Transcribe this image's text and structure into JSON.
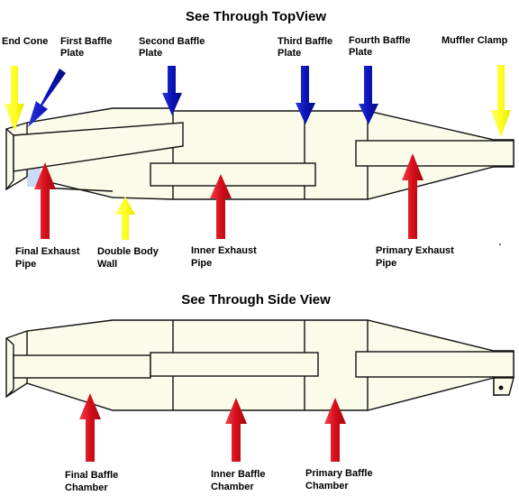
{
  "top_view": {
    "title": "See Through TopView",
    "labels": {
      "end_cone": "End Cone",
      "first_baffle_1": "First Baffle",
      "first_baffle_2": "Plate",
      "second_baffle_1": "Second Baffle",
      "second_baffle_2": "Plate",
      "third_baffle_1": "Third Baffle",
      "third_baffle_2": "Plate",
      "fourth_baffle_1": "Fourth Baffle",
      "fourth_baffle_2": "Plate",
      "muffler_clamp": "Muffler Clamp",
      "final_exhaust_1": "Final Exhaust",
      "final_exhaust_2": "Pipe",
      "double_body_1": "Double Body",
      "double_body_2": "Wall",
      "inner_exhaust_1": "Inner Exhaust",
      "inner_exhaust_2": "Pipe",
      "primary_exhaust_1": "Primary Exhaust",
      "primary_exhaust_2": "Pipe"
    }
  },
  "side_view": {
    "title": "See Through Side View",
    "labels": {
      "final_chamber_1": "Final Baffle",
      "final_chamber_2": "Chamber",
      "inner_chamber_1": "Inner Baffle",
      "inner_chamber_2": "Chamber",
      "primary_chamber_1": "Primary Baffle",
      "primary_chamber_2": "Chamber"
    }
  },
  "colors": {
    "yellow_arrow": "#ffff33",
    "blue_arrow": "#0a14b8",
    "red_arrow": "#d60e1a",
    "body_fill": "#fbfbea",
    "inlet_fill": "#c9dbf5"
  }
}
